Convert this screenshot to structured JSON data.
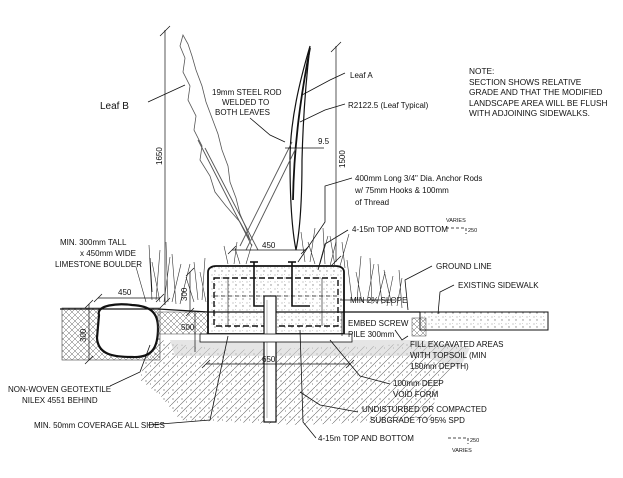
{
  "labels": {
    "leaf_a": "Leaf A",
    "leaf_b": "Leaf B",
    "steel_rod_1": "19mm STEEL ROD",
    "steel_rod_2": "WELDED TO",
    "steel_rod_3": "BOTH LEAVES",
    "r_leaf": "R2122.5 (Leaf Typical)",
    "dim_9_5": "9.5",
    "dim_1650": "1650",
    "dim_1500": "1500",
    "anchor_1": "400mm Long 3/4\" Dia. Anchor Rods",
    "anchor_2": "w/ 75mm Hooks & 100mm",
    "anchor_3": "of Thread",
    "boulder_1": "MIN. 300mm TALL",
    "boulder_2": "x 450mm WIDE",
    "boulder_3": "LIMESTONE BOULDER",
    "dim_450_top": "450",
    "top_bottom_1": "4-15m TOP AND BOTTOM",
    "varies": "VARIES",
    "dim_250": "250",
    "ground_line": "GROUND LINE",
    "existing_sidewalk": "EXISTING SIDEWALK",
    "min_slope": "MIN 2% SLOPE",
    "dim_450_left": "450",
    "dim_300_left": "300",
    "dim_300_footing": "300",
    "dim_500": "500",
    "embed_1": "EMBED SCREW",
    "embed_2": "PILE 300mm",
    "fill_1": "FILL EXCAVATED AREAS",
    "fill_2": "WITH TOPSOIL (MIN",
    "fill_3": "150mm DEPTH)",
    "dim_650": "650",
    "void_1": "100mm DEEP",
    "void_2": "VOID FORM",
    "geotextile_1": "NON-WOVEN GEOTEXTILE",
    "geotextile_2": "NILEX 4551 BEHIND",
    "subgrade_1": "UNDISTURBED OR COMPACTED",
    "subgrade_2": "SUBGRADE TO 95% SPD",
    "coverage": "MIN. 50mm COVERAGE ALL SIDES",
    "top_bottom_2": "4-15m TOP AND BOTTOM",
    "varies_2": "VARIES",
    "dim_250_b": "250"
  },
  "note": {
    "line1": "NOTE:",
    "line2": "SECTION    SHOWS RELATIVE",
    "line3": "GRADE AND THAT THE MODIFIED",
    "line4": "LANDSCAPE AREA WILL BE FLUSH",
    "line5": "WITH ADJOINING SIDEWALKS."
  }
}
